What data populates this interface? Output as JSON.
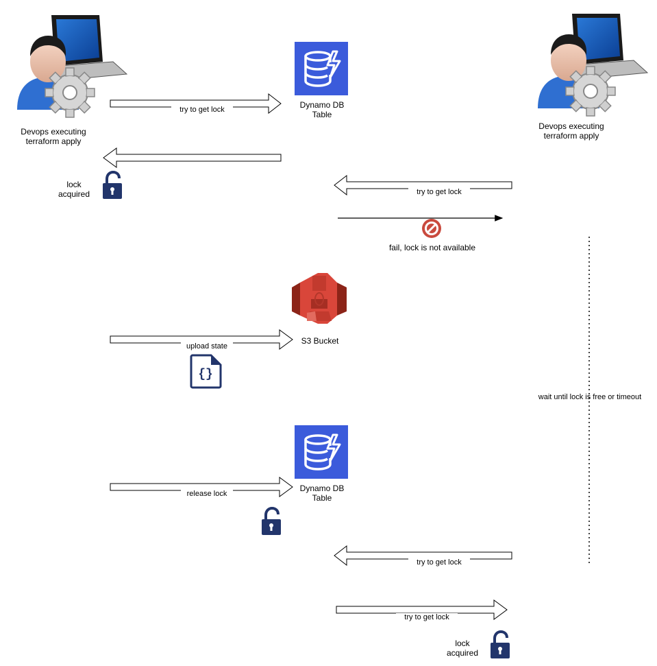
{
  "actors": {
    "left": {
      "label_line1": "Devops executing",
      "label_line2": "terraform apply",
      "icon": "devops-user-laptop-gear-icon"
    },
    "right": {
      "label_line1": "Devops executing",
      "label_line2": "terraform apply",
      "icon": "devops-user-laptop-gear-icon"
    }
  },
  "services": {
    "dynamo_top": {
      "label_line1": "Dynamo DB",
      "label_line2": "Table",
      "icon": "dynamodb-icon",
      "color": "#3b5bdb"
    },
    "s3": {
      "label": "S3 Bucket",
      "icon": "s3-bucket-icon",
      "color": "#c7412f"
    },
    "dynamo_bottom": {
      "label_line1": "Dynamo DB",
      "label_line2": "Table",
      "icon": "dynamodb-icon",
      "color": "#3b5bdb"
    }
  },
  "steps": {
    "left_try_lock": "try to get lock",
    "left_lock_acquired_line1": "lock",
    "left_lock_acquired_line2": "acquired",
    "right_try_lock": "try to get lock",
    "fail_msg": "fail, lock is not available",
    "upload_state": "upload state",
    "release_lock": "release lock",
    "right_try_lock_2": "try to get lock",
    "right_try_lock_3": "try to get lock",
    "right_lock_acquired_line1": "lock",
    "right_lock_acquired_line2": "acquired",
    "wait_msg": "wait until lock is free or timeout"
  },
  "icons": {
    "lock_closed": "lock-closed-icon",
    "lock_open": "lock-open-icon",
    "no_entry": "no-entry-icon",
    "json_file": "json-file-icon"
  },
  "colors": {
    "lock_navy": "#22356b",
    "no_entry_red": "#c94a3e",
    "dynamo_blue": "#3b5bdb",
    "s3_red": "#c7412f"
  }
}
